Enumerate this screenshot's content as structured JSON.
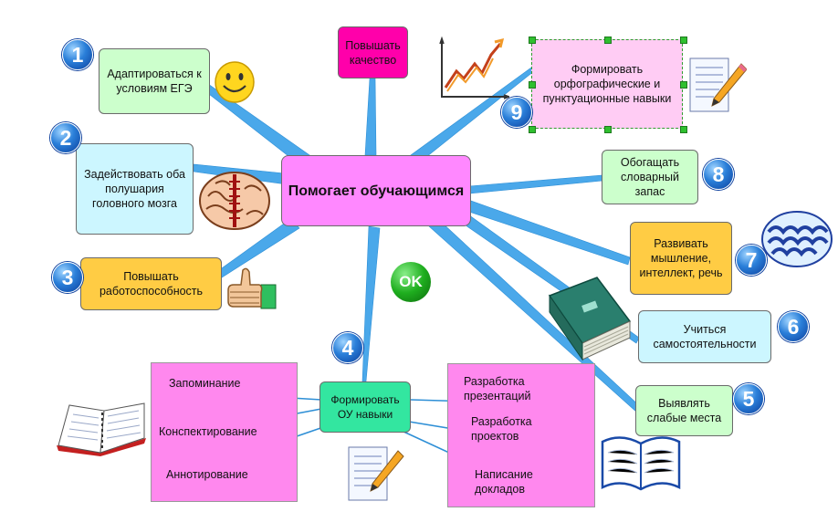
{
  "center": "Помогает обучающимся",
  "badges": [
    "1",
    "2",
    "3",
    "4",
    "5",
    "6",
    "7",
    "8",
    "9"
  ],
  "ok_badge": "OK",
  "nodes": {
    "n1": "Адаптироваться к условиям ЕГЭ",
    "n2": "Задействовать оба полушария головного мозга",
    "n3": "Повышать работоспособность",
    "n4": "Формировать ОУ навыки",
    "n5": "Выявлять слабые места",
    "n6": "Учиться самостоятельности",
    "n7": "Развивать мышление, интеллект, речь",
    "n8": "Обогащать словарный запас",
    "n9": "Формировать орфографические и пунктуационные навыки",
    "quality": "Повышать качество"
  },
  "left_panel": [
    "Запоминание",
    "Конспектирование",
    "Аннотирование"
  ],
  "right_panel": [
    "Разработка презентаций",
    "Разработка проектов",
    "Написание докладов"
  ],
  "colors": {
    "center": "#ff88ff",
    "green": "#ccffcc",
    "cyan": "#ccf6ff",
    "orange": "#ffcc44",
    "pink": "#ff00aa",
    "light_pink": "#ffccf4",
    "mint": "#33e6a0",
    "line_blue": "#4aa8ea",
    "badge_blue": "#2a7fd9",
    "ok_green": "#1fae1f"
  }
}
